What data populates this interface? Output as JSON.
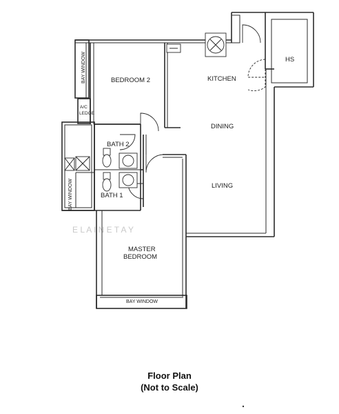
{
  "plan": {
    "rooms": {
      "bedroom2": "BEDROOM 2",
      "kitchen": "KITCHEN",
      "hs": "HS",
      "dining": "DINING",
      "living": "LIVING",
      "bath2": "BATH 2",
      "bath1": "BATH 1",
      "master_line1": "MASTER",
      "master_line2": "BEDROOM",
      "ac_line1": "A/C",
      "ac_line2": "LEDGE"
    },
    "bay_windows": {
      "top": "BAY WINDOW",
      "left": "BAY WINDOW",
      "bottom": "BAY WINDOW"
    },
    "watermark": "E L A I N E   T A Y"
  },
  "caption": {
    "line1": "Floor  Plan",
    "line2": "(Not to Scale)"
  }
}
